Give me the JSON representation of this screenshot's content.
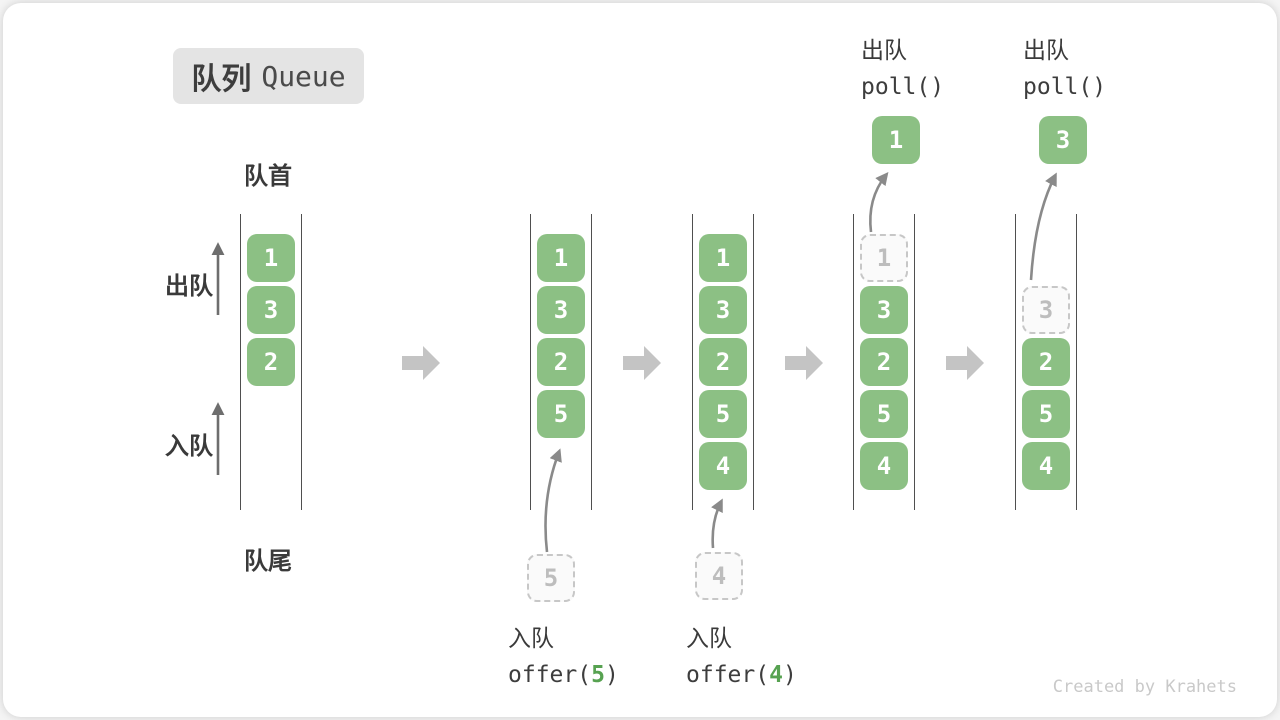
{
  "title": {
    "zh": "队列",
    "en": "Queue"
  },
  "labels": {
    "front": "队首",
    "rear": "队尾",
    "dequeue": "出队",
    "enqueue": "入队"
  },
  "queues": [
    {
      "start_row": 0,
      "cells": [
        {
          "value": "1",
          "style": "solid"
        },
        {
          "value": "3",
          "style": "solid"
        },
        {
          "value": "2",
          "style": "solid"
        }
      ]
    },
    {
      "start_row": 0,
      "cells": [
        {
          "value": "1",
          "style": "solid"
        },
        {
          "value": "3",
          "style": "solid"
        },
        {
          "value": "2",
          "style": "solid"
        },
        {
          "value": "5",
          "style": "solid"
        }
      ]
    },
    {
      "start_row": 0,
      "cells": [
        {
          "value": "1",
          "style": "solid"
        },
        {
          "value": "3",
          "style": "solid"
        },
        {
          "value": "2",
          "style": "solid"
        },
        {
          "value": "5",
          "style": "solid"
        },
        {
          "value": "4",
          "style": "solid"
        }
      ]
    },
    {
      "start_row": 0,
      "cells": [
        {
          "value": "1",
          "style": "ghost"
        },
        {
          "value": "3",
          "style": "solid"
        },
        {
          "value": "2",
          "style": "solid"
        },
        {
          "value": "5",
          "style": "solid"
        },
        {
          "value": "4",
          "style": "solid"
        }
      ]
    },
    {
      "start_row": 1,
      "cells": [
        {
          "value": "3",
          "style": "ghost"
        },
        {
          "value": "2",
          "style": "solid"
        },
        {
          "value": "5",
          "style": "solid"
        },
        {
          "value": "4",
          "style": "solid"
        }
      ]
    }
  ],
  "enqueue_ops": [
    {
      "label": "入队",
      "code": "offer(",
      "arg": "5",
      "close": ")",
      "value": "5"
    },
    {
      "label": "入队",
      "code": "offer(",
      "arg": "4",
      "close": ")",
      "value": "4"
    }
  ],
  "dequeue_ops": [
    {
      "label": "出队",
      "code": "poll()",
      "value": "1"
    },
    {
      "label": "出队",
      "code": "poll()",
      "value": "3"
    }
  ],
  "watermark": "Created by Krahets",
  "colors": {
    "box_green": "#8cc084",
    "arg_green": "#57a251",
    "arrow_gray": "#c4c4c4",
    "line_dark": "#4f4f4f",
    "curve_arrow": "#8a8a8a",
    "side_arrow": "#6e6e6e",
    "badge_bg": "#e4e4e4"
  }
}
